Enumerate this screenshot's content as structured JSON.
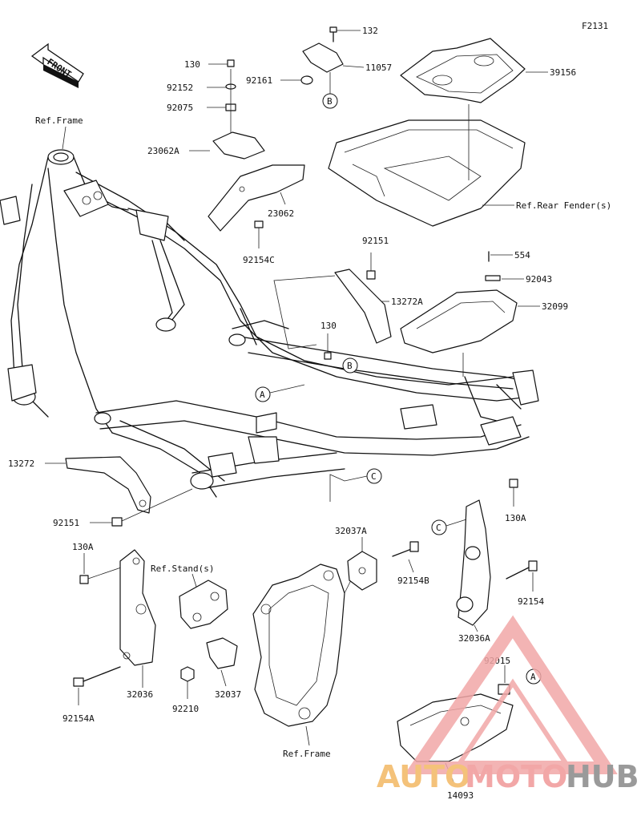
{
  "figure_code": "F2131",
  "front_label": "FRONT",
  "callouts": [
    "A",
    "B",
    "C"
  ],
  "part_labels": {
    "p132": "132",
    "p130_top": "130",
    "p11057": "11057",
    "p92161": "92161",
    "p92152": "92152",
    "p92075": "92075",
    "p39156": "39156",
    "p23062A": "23062A",
    "p23062": "23062",
    "p92154C": "92154C",
    "p92151_top": "92151",
    "p554": "554",
    "p92043": "92043",
    "p13272A": "13272A",
    "p32099": "32099",
    "p130_mid": "130",
    "p13272": "13272",
    "p92151_bot": "92151",
    "p130A_left": "130A",
    "p130A_right": "130A",
    "p32037A": "32037A",
    "p92154B": "92154B",
    "p92154": "92154",
    "p32036A": "32036A",
    "p32036": "32036",
    "p32037": "32037",
    "p92210": "92210",
    "p92154A": "92154A",
    "p92015": "92015",
    "p14093": "14093"
  },
  "ref_labels": {
    "frame_top": "Ref.Frame",
    "rear_fender": "Ref.Rear Fender(s)",
    "stand": "Ref.Stand(s)",
    "frame_bottom": "Ref.Frame"
  },
  "watermark": {
    "part1": "AUTO",
    "part2": "MOTO",
    "part3": "HUB",
    "color_main": "#f2a7a7",
    "color_accent": "#f4c27a",
    "color_dark": "#9a9a9a"
  }
}
